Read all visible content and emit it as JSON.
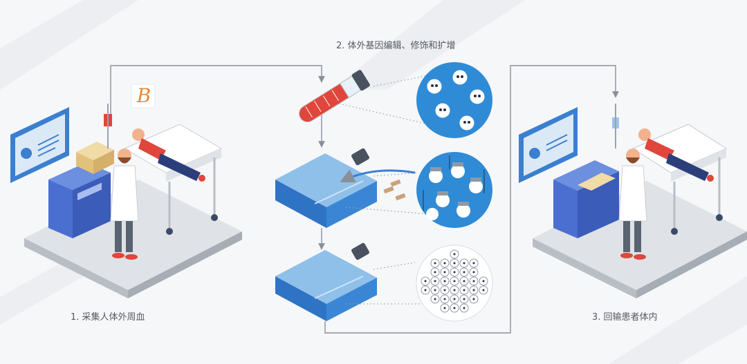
{
  "steps": {
    "step1": "1. 采集人体外周血",
    "step2": "2. 体外基因编辑、修饰和扩增",
    "step3": "3. 回输患者体内"
  },
  "logo": {
    "letter": "B"
  },
  "colors": {
    "accent_blue": "#3a7fd0",
    "cell_circle": "#2f8bd6",
    "blood_red": "#e0463b",
    "flask_blue": "#3a86d4",
    "equipment_blue": "#4a6fd0",
    "floor_gray": "#c9cdd3",
    "line_gray": "#8a9099"
  }
}
